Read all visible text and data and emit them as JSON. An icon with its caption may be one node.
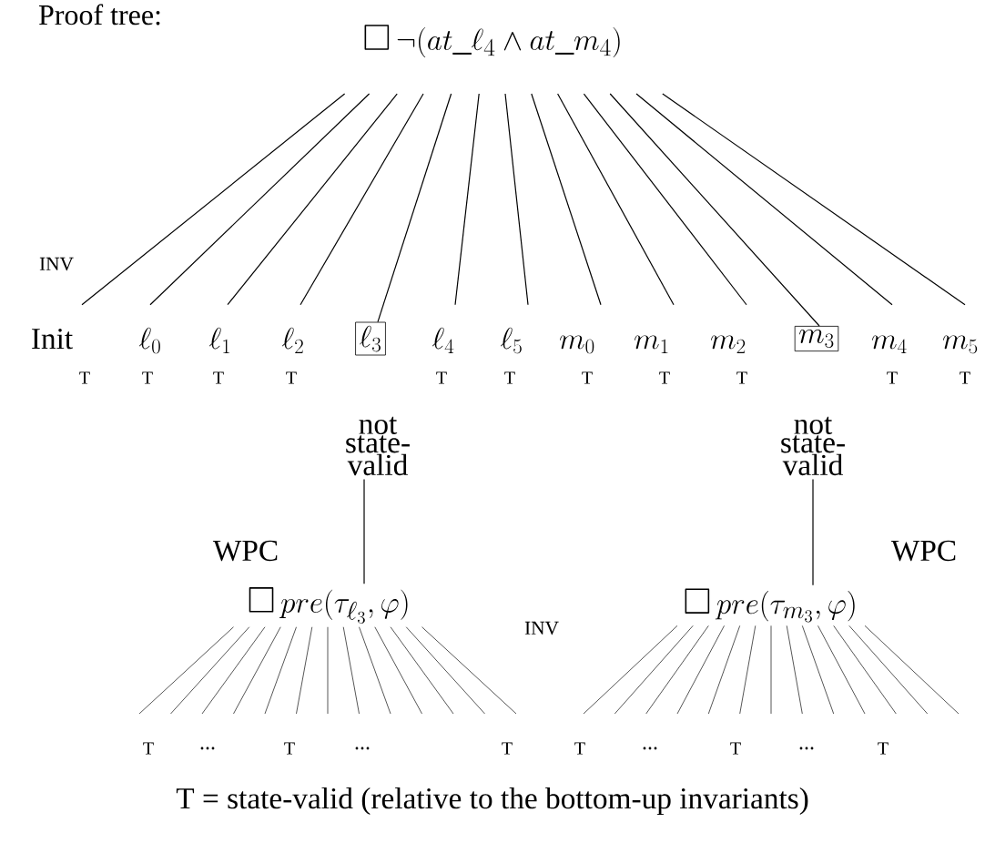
{
  "diagram": {
    "nodes": [
      {
        "text": [
          "\\Box\\,\\neg(at\\_\\ell_4 \\wedge at\\_m_4)"
        ]
      },
      {
        "text": [
          "\\mathrm{Init}"
        ],
        "beside": [
          "T"
        ]
      },
      {
        "text": [
          "\\ell_0"
        ],
        "beside": [
          "T"
        ]
      },
      {
        "text": [
          "\\ell_1"
        ],
        "beside": [
          "T"
        ]
      },
      {
        "text": [
          "\\ell_2"
        ],
        "beside": [
          "T"
        ]
      },
      {
        "text": [
          "\\ell_3"
        ]
      },
      {
        "text": [
          "\\ell_4"
        ],
        "beside": [
          "T"
        ]
      },
      {
        "text": [
          "\\ell_5"
        ],
        "beside": [
          "T"
        ]
      },
      {
        "text": [
          "m_0"
        ],
        "beside": [
          "T"
        ]
      },
      {
        "text": [
          "m_1"
        ],
        "beside": [
          "T"
        ]
      },
      {
        "text": [
          "m_2"
        ],
        "beside": [
          "T"
        ]
      },
      {
        "text": [
          "m_3"
        ]
      },
      {
        "text": [
          "m_4"
        ],
        "beside": [
          "T"
        ]
      },
      {
        "text": [
          "m_5"
        ],
        "beside": [
          "T"
        ]
      },
      {
        "text": [
          "not state-valid"
        ]
      },
      {
        "text": [
          "not state-valid"
        ]
      },
      {
        "text": [
          "\\Box\\, pre(\\tau_{\\ell_3}, \\varphi)"
        ]
      },
      {
        "text": [
          "\\Box\\, pre(\\tau_{m_3}, \\varphi)"
        ]
      }
    ],
    "edges": [
      {
        "from": 0,
        "to": 1,
        "arrow": "none"
      },
      {
        "from": 0,
        "to": 2,
        "arrow": "none"
      },
      {
        "from": 0,
        "to": 3,
        "arrow": "none"
      },
      {
        "from": 0,
        "to": 4,
        "arrow": "none"
      },
      {
        "from": 0,
        "to": 5,
        "arrow": "none"
      },
      {
        "from": 0,
        "to": 6,
        "arrow": "none"
      },
      {
        "from": 0,
        "to": 7,
        "arrow": "none"
      },
      {
        "from": 0,
        "to": 8,
        "arrow": "none"
      },
      {
        "from": 0,
        "to": 9,
        "arrow": "none"
      },
      {
        "from": 0,
        "to": 10,
        "arrow": "none"
      },
      {
        "from": 0,
        "to": 11,
        "arrow": "none"
      },
      {
        "from": 0,
        "to": 12,
        "arrow": "none"
      },
      {
        "from": 0,
        "to": 13,
        "arrow": "none"
      },
      {
        "from": 14,
        "to": 16,
        "arrow": "none"
      },
      {
        "from": 15,
        "to": 17,
        "arrow": "none"
      },
      {
        "from": 16,
        "to": null,
        "arrow": "none"
      },
      {
        "from": 16,
        "to": null,
        "arrow": "none"
      },
      {
        "from": 16,
        "to": null,
        "arrow": "none"
      },
      {
        "from": 16,
        "to": null,
        "arrow": "none"
      },
      {
        "from": 16,
        "to": null,
        "arrow": "none"
      },
      {
        "from": 16,
        "to": null,
        "arrow": "none"
      },
      {
        "from": 16,
        "to": null,
        "arrow": "none"
      },
      {
        "from": 16,
        "to": null,
        "arrow": "none"
      },
      {
        "from": 16,
        "to": null,
        "arrow": "none"
      },
      {
        "from": 16,
        "to": null,
        "arrow": "none"
      },
      {
        "from": 16,
        "to": null,
        "arrow": "none"
      },
      {
        "from": 16,
        "to": null,
        "arrow": "none"
      },
      {
        "from": 16,
        "to": null,
        "arrow": "none"
      },
      {
        "from": 17,
        "to": null,
        "arrow": "none"
      },
      {
        "from": 17,
        "to": null,
        "arrow": "none"
      },
      {
        "from": 17,
        "to": null,
        "arrow": "none"
      },
      {
        "from": 17,
        "to": null,
        "arrow": "none"
      },
      {
        "from": 17,
        "to": null,
        "arrow": "none"
      },
      {
        "from": 17,
        "to": null,
        "arrow": "none"
      },
      {
        "from": 17,
        "to": null,
        "arrow": "none"
      },
      {
        "from": 17,
        "to": null,
        "arrow": "none"
      },
      {
        "from": 17,
        "to": null,
        "arrow": "none"
      },
      {
        "from": 17,
        "to": null,
        "arrow": "none"
      },
      {
        "from": 17,
        "to": null,
        "arrow": "none"
      },
      {
        "from": 17,
        "to": null,
        "arrow": "none"
      },
      {
        "from": 17,
        "to": null,
        "arrow": "none"
      }
    ],
    "labels": [
      "Proof tree:",
      "INV",
      "WPC",
      "WPC",
      "INV",
      "T",
      "...",
      "T",
      "...",
      "T",
      "T",
      "...",
      "T",
      "...",
      "T",
      "T = state-valid (relative to the bottom-up invariants)"
    ]
  }
}
